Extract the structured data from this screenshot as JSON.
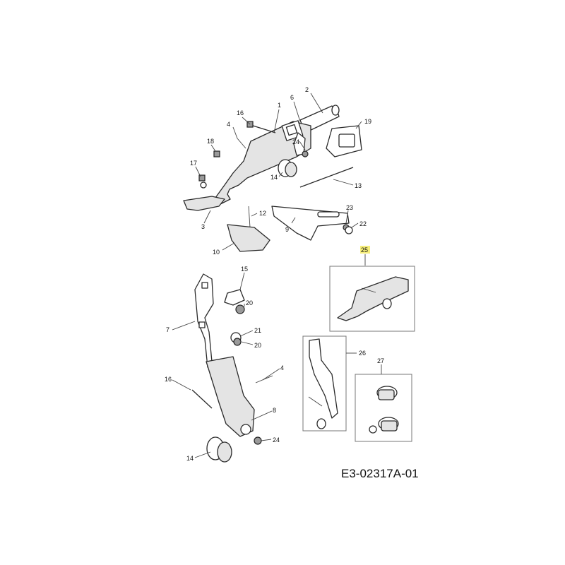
{
  "labels": {
    "p1": "1",
    "p2": "2",
    "p3": "3",
    "p4a": "4",
    "p4b": "4",
    "p6": "6",
    "p7": "7",
    "p8": "8",
    "p9": "9",
    "p10": "10",
    "p12": "12",
    "p13": "13",
    "p14a": "14",
    "p14b": "14",
    "p15": "15",
    "p16a": "16",
    "p16b": "16",
    "p17": "17",
    "p18": "18",
    "p19": "19",
    "p20a": "20",
    "p20b": "20",
    "p21": "21",
    "p22": "22",
    "p23": "23",
    "p24a": "24",
    "p24b": "24",
    "p25": "25",
    "p26": "26",
    "p27": "27"
  },
  "highlight_color": "#f6ee7a",
  "drawing_code": "E3-02317A-01"
}
